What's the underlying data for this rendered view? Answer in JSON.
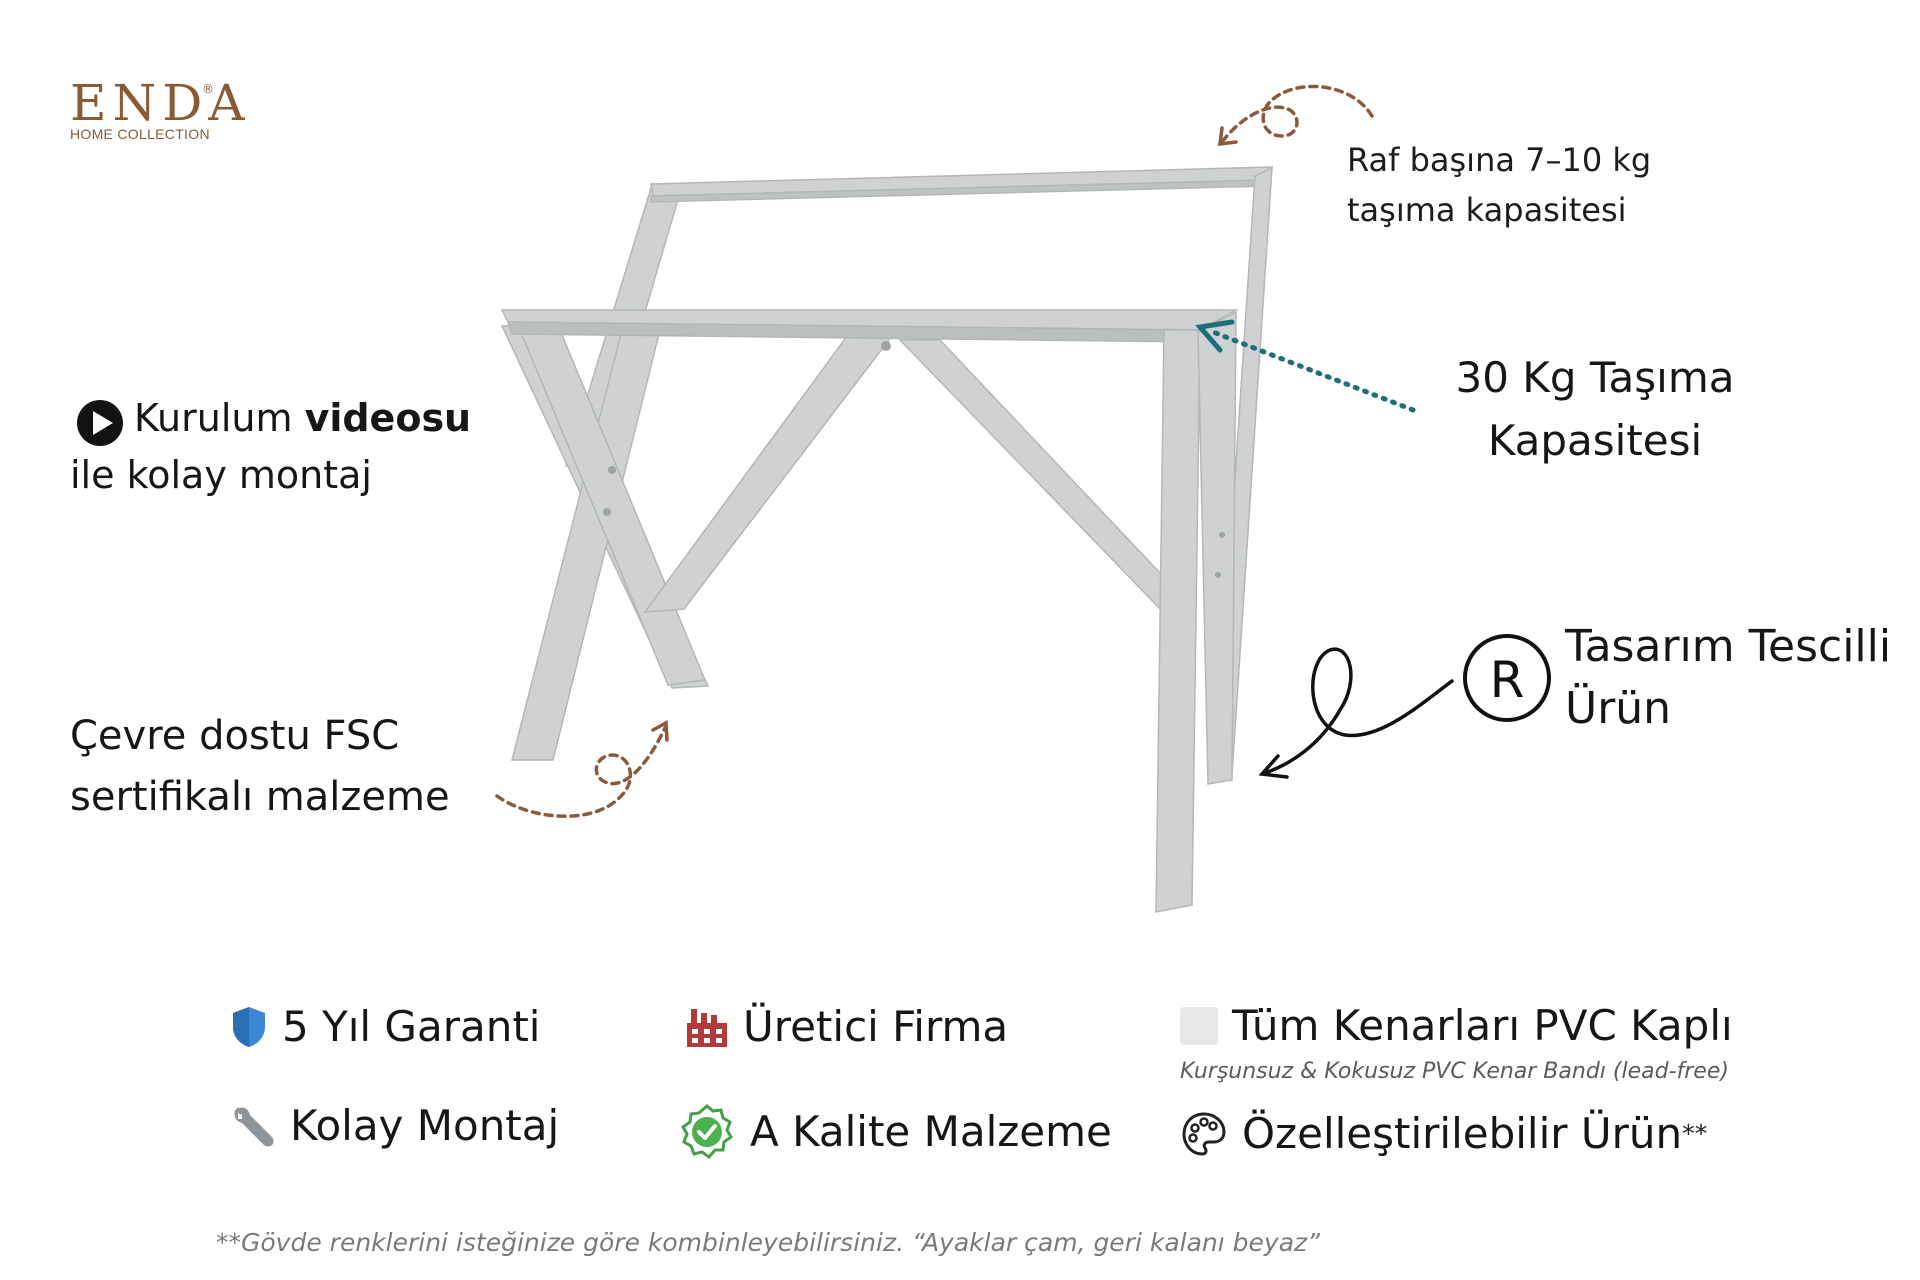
{
  "brand": {
    "logo": "ENDA",
    "registered": "®",
    "tagline": "HOME COLLECTION"
  },
  "callouts": {
    "installation_prefix": "Kurulum ",
    "installation_bold": "videosu",
    "installation_line2": "ile kolay montaj",
    "shelf_capacity_line1": "Raf başına 7–10 kg",
    "shelf_capacity_line2": "taşıma kapasitesi",
    "desk_capacity_line1": "30 Kg Taşıma",
    "desk_capacity_line2": "Kapasitesi",
    "registered_line1": "Tasarım Tescilli",
    "registered_line2": "Ürün",
    "registered_symbol": "R",
    "fsc_line1": "Çevre dostu FSC",
    "fsc_line2": "sertifikalı malzeme"
  },
  "features": [
    {
      "icon": "shield-icon",
      "label": "5 Yıl Garanti"
    },
    {
      "icon": "factory-icon",
      "label": "Üretici Firma"
    },
    {
      "icon": "square-icon",
      "label": "Tüm Kenarları PVC Kaplı",
      "sub": "Kurşunsuz & Kokusuz PVC Kenar Bandı (lead-free)"
    },
    {
      "icon": "wrench-icon",
      "label": "Kolay Montaj"
    },
    {
      "icon": "quality-check-icon",
      "label": "A Kalite Malzeme"
    },
    {
      "icon": "palette-icon",
      "label": "Özelleştirilebilir Ürün",
      "suffix": "**"
    }
  ],
  "footnote": "**Gövde renklerini isteğinize göre kombinleyebilirsiniz. “Ayaklar çam, geri kalanı beyaz”",
  "colors": {
    "brand_brown": "#8a5a34",
    "arrow_brown": "#8b5a3c",
    "arrow_teal": "#1f6f78",
    "desk_gray": "#c9cbcc",
    "shield_blue": "#3b87d4",
    "factory_red": "#b23a3a",
    "badge_green": "#4caf50"
  }
}
